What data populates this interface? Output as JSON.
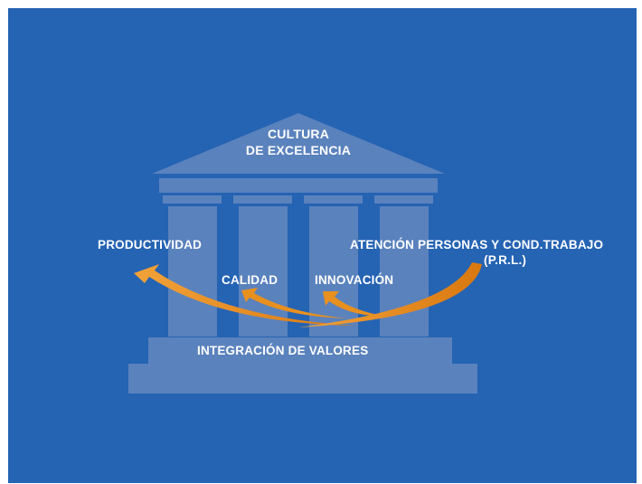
{
  "diagram": {
    "title_line1": "CULTURA",
    "title_line2": "DE EXCELENCIA",
    "base_label": "INTEGRACIÓN  DE VALORES",
    "pillars": [
      "CALIDAD",
      "INNOVACIÓN"
    ],
    "side_left": "PRODUCTIVIDAD",
    "side_right_line1": "ATENCIÓN  PERSONAS  Y COND.TRABAJO",
    "side_right_line2": "(P.R.L.)"
  },
  "colors": {
    "background": "#2563b3",
    "temple": "#5a82bd",
    "arrow": "#e8901f",
    "text": "#ffffff"
  }
}
